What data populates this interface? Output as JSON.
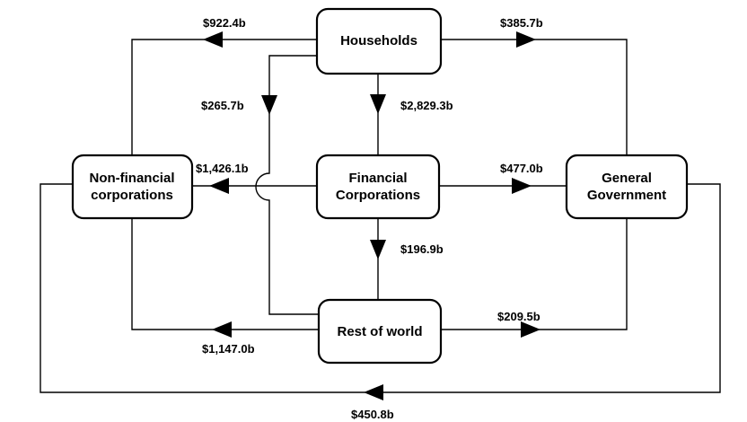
{
  "nodes": {
    "households": {
      "lines": [
        "Households"
      ]
    },
    "financial": {
      "lines": [
        "Financial",
        "Corporations"
      ]
    },
    "nonfinancial": {
      "lines": [
        "Non-financial",
        "corporations"
      ]
    },
    "government": {
      "lines": [
        "General",
        "Government"
      ]
    },
    "rest_of_world": {
      "lines": [
        "Rest of world"
      ]
    }
  },
  "flows": {
    "households_to_nonfinancial": "$922.4b",
    "households_to_government": "$385.7b",
    "households_to_rest_of_world": "$265.7b",
    "households_to_financial": "$2,829.3b",
    "financial_to_nonfinancial": "$1,426.1b",
    "financial_to_government": "$477.0b",
    "financial_to_rest_of_world": "$196.9b",
    "rest_of_world_to_nonfinancial": "$1,147.0b",
    "government_to_rest_of_world": "$209.5b",
    "government_to_nonfinancial": "$450.8b"
  }
}
